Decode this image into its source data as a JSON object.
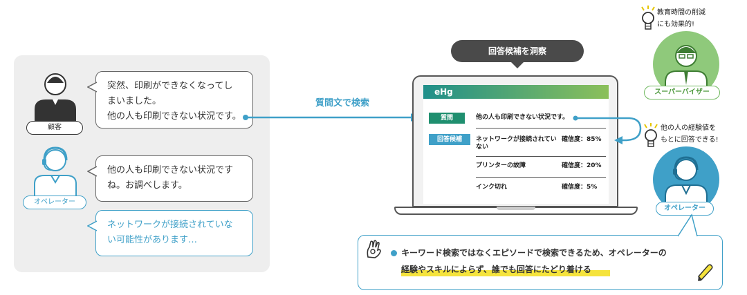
{
  "conversation": {
    "customer_label": "顧客",
    "customer_message_line1": "突然、印刷ができなくなってし",
    "customer_message_line2": "まいました。",
    "customer_message_line3": "他の人も印刷できない状況です。",
    "operator_label": "オペレーター",
    "operator_message1_line1": "他の人も印刷できない状況です",
    "operator_message1_line2": "ね。お調べします。",
    "operator_message2_line1": "ネットワークが接続されていな",
    "operator_message2_line2": "い可能性があります…"
  },
  "flow": {
    "search_label": "質問文で検索",
    "insight_label": "回答候補を洞察"
  },
  "app": {
    "logo": "eHg",
    "question_tag": "質問",
    "question_text": "他の人も印刷できない状況です。",
    "candidates_tag": "回答候補",
    "candidates": [
      {
        "text": "ネットワークが接続されていない",
        "confidence": "確信度：85%"
      },
      {
        "text": "プリンターの故障",
        "confidence": "確信度：20%"
      },
      {
        "text": "インク切れ",
        "confidence": "確信度：5%"
      }
    ]
  },
  "side": {
    "supervisor_note_line1": "教育時間の削減",
    "supervisor_note_line2": "にも効果的!",
    "supervisor_label": "スーパーバイザー",
    "operator_note_line1": "他の人の経験値を",
    "operator_note_line2": "もとに回答できる!",
    "operator_label": "オペレーター"
  },
  "bottom": {
    "line1": "キーワード検索ではなくエピソードで検索できるため、オペレーターの",
    "line2": "経験やスキルによらず、誰でも回答にたどり着ける"
  },
  "colors": {
    "accent_blue": "#3fa0c8",
    "accent_green": "#8fc97b",
    "dark_gray": "#4a4a4a",
    "highlight_yellow": "#f5e33c",
    "question_green": "#1f8f6f"
  }
}
